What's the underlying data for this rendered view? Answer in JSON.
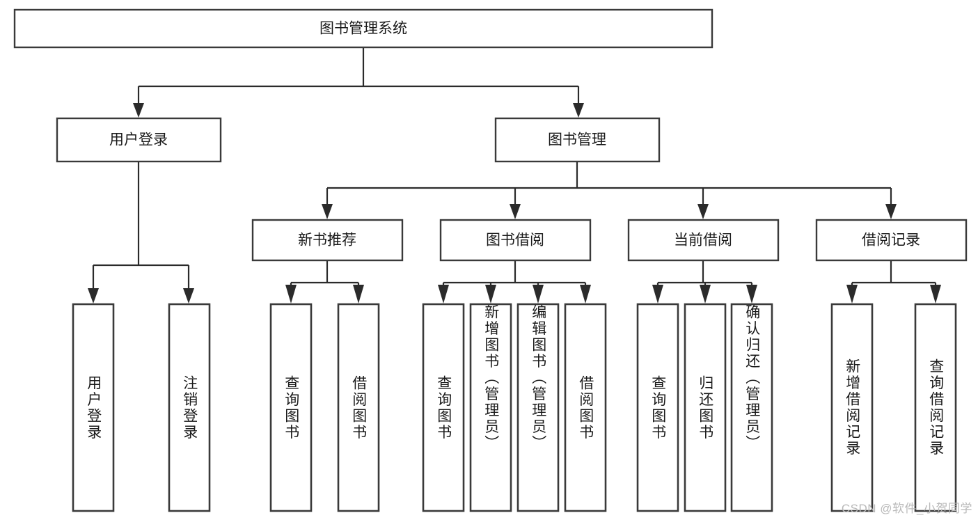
{
  "diagram": {
    "title": "图书管理系统",
    "type": "tree-hierarchy-diagram",
    "colors": {
      "box_stroke": "#3a3a3a",
      "connector": "#2b2b2b",
      "box_fill": "#ffffff",
      "text": "#1a1a1a",
      "watermark": "#b9b9b9"
    },
    "root": {
      "label": "图书管理系统"
    },
    "level2": [
      {
        "label": "用户登录"
      },
      {
        "label": "图书管理"
      }
    ],
    "level3": [
      {
        "label": "新书推荐"
      },
      {
        "label": "图书借阅"
      },
      {
        "label": "当前借阅"
      },
      {
        "label": "借阅记录"
      }
    ],
    "leaves": {
      "user_login": [
        {
          "label": "用户登录"
        },
        {
          "label": "注销登录"
        }
      ],
      "new_book_recommend": [
        {
          "label": "查询图书"
        },
        {
          "label": "借阅图书"
        }
      ],
      "book_borrow": [
        {
          "label": "查询图书"
        },
        {
          "label": "新增图书（管理员）"
        },
        {
          "label": "编辑图书（管理员）"
        },
        {
          "label": "借阅图书"
        }
      ],
      "current_borrow": [
        {
          "label": "查询图书"
        },
        {
          "label": "归还图书"
        },
        {
          "label": "确认归还（管理员）"
        }
      ],
      "borrow_record": [
        {
          "label": "新增借阅记录"
        },
        {
          "label": "查询借阅记录"
        }
      ]
    }
  },
  "watermark": {
    "text": "CSDN @软件_小贺同学"
  }
}
